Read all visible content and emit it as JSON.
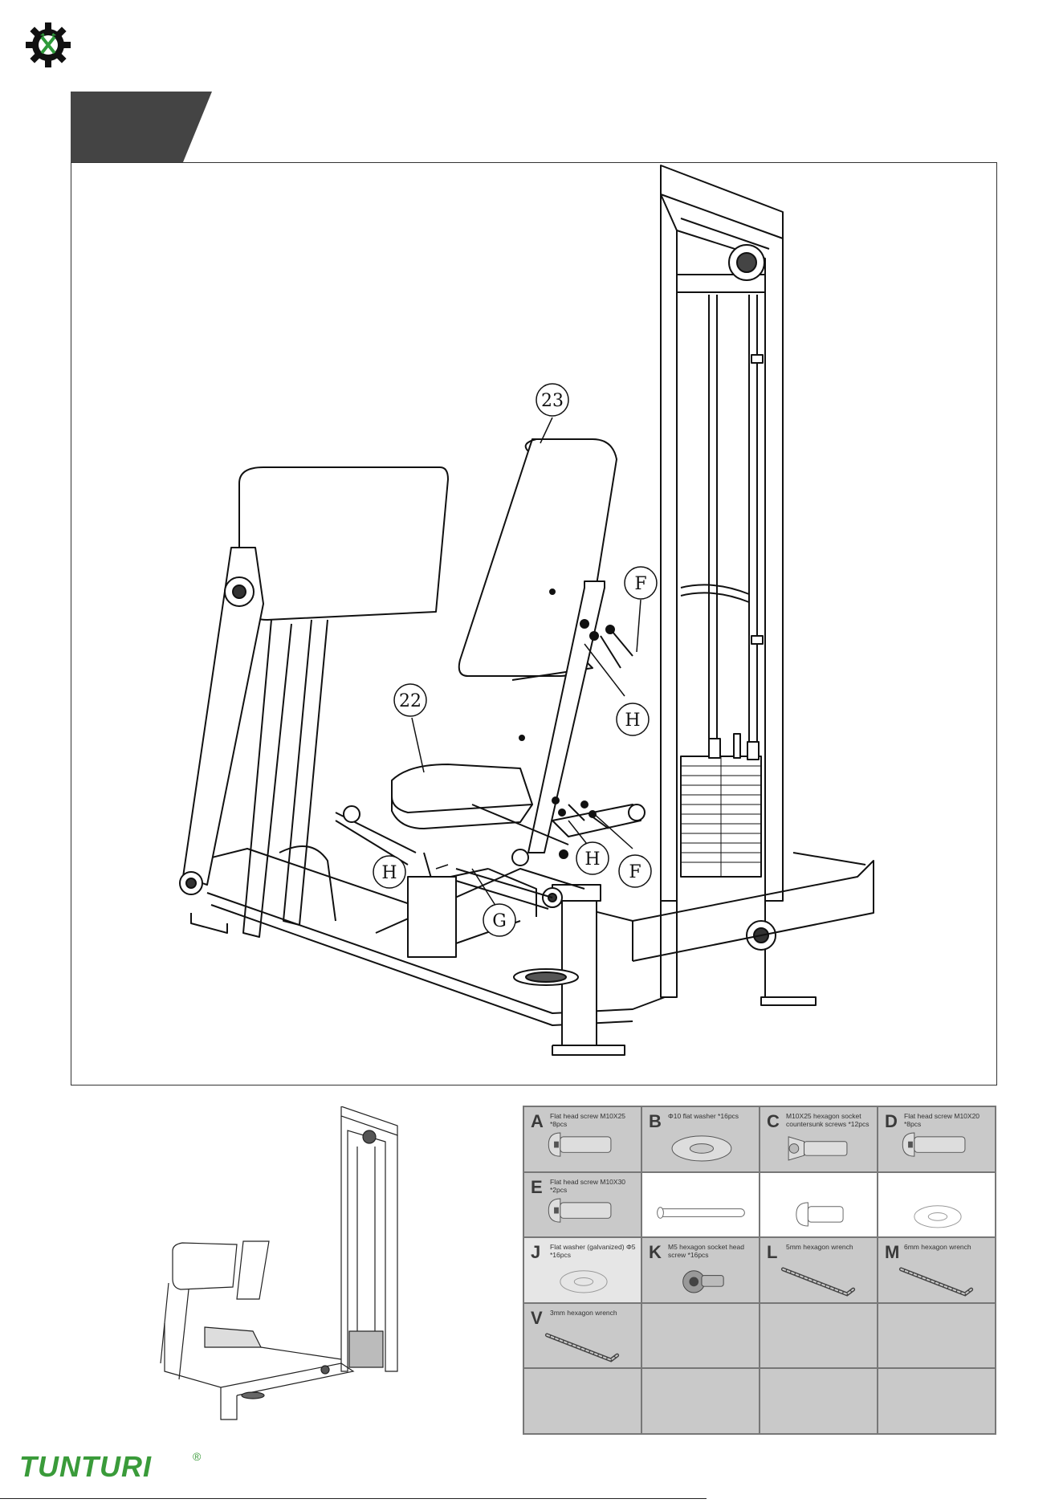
{
  "callouts": {
    "part_23": "23",
    "part_22": "22",
    "f_top": "F",
    "f_bottom": "F",
    "h_upper": "H",
    "h_middle": "H",
    "h_left": "H",
    "g": "G"
  },
  "parts": [
    {
      "letter": "A",
      "text": "Flat head screw M10X25 *8pcs",
      "icon": "button-head-screw-icon"
    },
    {
      "letter": "B",
      "text": "Φ10 flat washer *16pcs",
      "icon": "flat-washer-icon"
    },
    {
      "letter": "C",
      "text": "M10X25 hexagon socket countersunk screws *12pcs",
      "icon": "countersunk-screw-icon"
    },
    {
      "letter": "D",
      "text": "Flat head screw M10X20 *8pcs",
      "icon": "button-head-screw-icon"
    },
    {
      "letter": "E",
      "text": "Flat head screw M10X30 *2pcs",
      "icon": "button-head-screw-icon"
    },
    {
      "letter": "",
      "text": "",
      "icon": "long-bolt-icon"
    },
    {
      "letter": "",
      "text": "",
      "icon": "short-screw-icon"
    },
    {
      "letter": "",
      "text": "",
      "icon": "washer-outline-icon"
    },
    {
      "letter": "J",
      "text": "Flat washer (galvanized) Φ5 *16pcs",
      "icon": "washer-outline-icon"
    },
    {
      "letter": "K",
      "text": "M5 hexagon socket head screw *16pcs",
      "icon": "socket-head-screw-icon"
    },
    {
      "letter": "L",
      "text": "5mm hexagon wrench",
      "icon": "hex-wrench-icon"
    },
    {
      "letter": "M",
      "text": "6mm hexagon wrench",
      "icon": "hex-wrench-icon"
    },
    {
      "letter": "V",
      "text": "3mm hexagon wrench",
      "icon": "hex-wrench-icon"
    },
    {
      "letter": "",
      "text": "",
      "icon": ""
    },
    {
      "letter": "",
      "text": "",
      "icon": ""
    },
    {
      "letter": "",
      "text": "",
      "icon": ""
    },
    {
      "letter": "",
      "text": "",
      "icon": ""
    },
    {
      "letter": "",
      "text": "",
      "icon": ""
    },
    {
      "letter": "",
      "text": "",
      "icon": ""
    },
    {
      "letter": "",
      "text": "",
      "icon": ""
    }
  ],
  "brand": {
    "name": "TUNTURI",
    "reg": "®"
  },
  "colors": {
    "brand_green": "#3a9b3a",
    "tab_dark": "#444444",
    "table_grey": "#c9c9c9"
  }
}
